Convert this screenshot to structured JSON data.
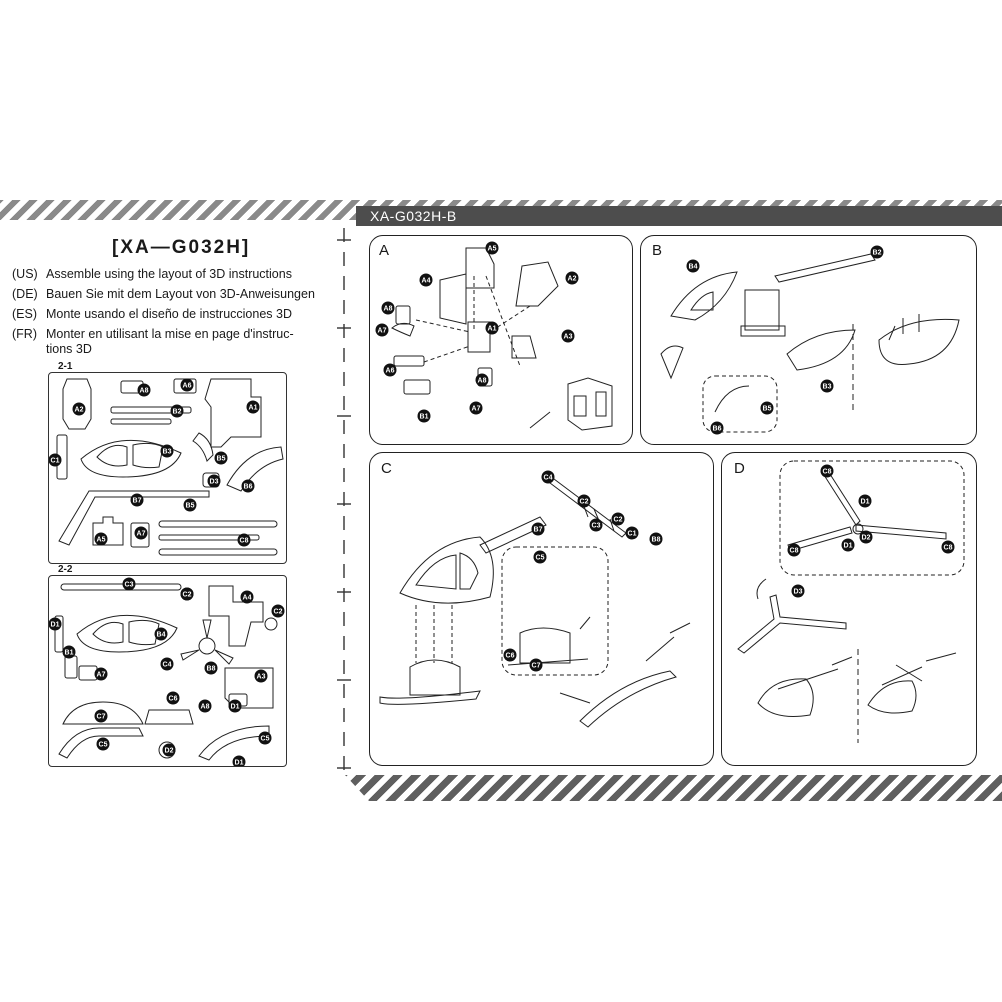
{
  "header": {
    "model_tab": "XA-G032H-B"
  },
  "left": {
    "title": "[XA—G032H]",
    "instructions": [
      {
        "code": "(US)",
        "text": "Assemble using the layout of 3D instructions"
      },
      {
        "code": "(DE)",
        "text": "Bauen Sie mit dem Layout von 3D-Anweisungen"
      },
      {
        "code": "(ES)",
        "text": "Monte usando el diseño de instrucciones 3D"
      },
      {
        "code": "(FR)",
        "text": "Monter en utilisant la mise en page d'instruc-\ntions 3D"
      }
    ]
  },
  "sheets": [
    {
      "label": "2-1",
      "parts": [
        "A2",
        "A8",
        "A6",
        "B2",
        "A1",
        "B3",
        "C1",
        "B5",
        "D3",
        "B6",
        "B7",
        "B5",
        "A5",
        "A7",
        "C8"
      ]
    },
    {
      "label": "2-2",
      "parts": [
        "C3",
        "C2",
        "A4",
        "C2",
        "D1",
        "B4",
        "B1",
        "A7",
        "C4",
        "B8",
        "A3",
        "C6",
        "C7",
        "A8",
        "D1",
        "C5",
        "D2",
        "C5",
        "D1"
      ]
    }
  ],
  "panels": [
    {
      "letter": "A",
      "parts": [
        "A5",
        "A4",
        "A2",
        "A8",
        "A7",
        "A1",
        "A3",
        "A6",
        "A8",
        "B1",
        "A7"
      ]
    },
    {
      "letter": "B",
      "parts": [
        "B4",
        "B2",
        "B3",
        "B5",
        "B6"
      ]
    },
    {
      "letter": "C",
      "parts": [
        "C4",
        "C2",
        "C3",
        "C2",
        "C1",
        "B7",
        "B8",
        "C5",
        "C6",
        "C7"
      ]
    },
    {
      "letter": "D",
      "parts": [
        "C8",
        "D1",
        "C8",
        "D1",
        "D2",
        "C8",
        "D3"
      ]
    }
  ],
  "colors": {
    "stripe": "#8a8a8a",
    "tab": "#4d4d4d",
    "line": "#222222",
    "badge": "#111111"
  }
}
